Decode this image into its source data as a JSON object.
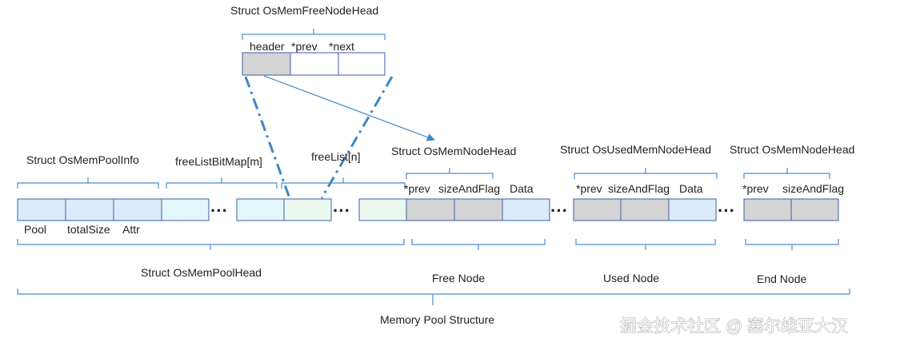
{
  "free_node_head": {
    "title": "Struct OsMemFreeNodeHead",
    "fields": [
      "header",
      "*prev",
      "*next"
    ]
  },
  "pool_info": {
    "title": "Struct OsMemPoolInfo",
    "fields": [
      "Pool",
      "totalSize",
      "Attr"
    ]
  },
  "free_list_bitmap": "freeListBitMap[m]",
  "free_list": "freeList[n]",
  "pool_head": "Struct OsMemPoolHead",
  "free_node": {
    "struct_title": "Struct OsMemNodeHead",
    "fields": [
      "*prev",
      "sizeAndFlag",
      "Data"
    ],
    "caption": "Free Node"
  },
  "used_node": {
    "struct_title": "Struct OsUsedMemNodeHead",
    "fields": [
      "*prev",
      "sizeAndFlag",
      "Data"
    ],
    "caption": "Used Node"
  },
  "end_node": {
    "struct_title": "Struct OsMemNodeHead",
    "fields": [
      "*prev",
      "sizeAndFlag"
    ],
    "caption": "End Node"
  },
  "ellipsis": "···",
  "memory_pool": "Memory Pool Structure",
  "watermark": "掘金技术社区 @ 塞尔维亚大汉",
  "colors": {
    "cell_light_blue": "#dcebfa",
    "cell_light_teal": "#e3f6f9",
    "cell_gray": "#d4d4d4",
    "cell_white": "#ffffff",
    "cell_border": "#3b5ea8",
    "brace": "#4a8fcf",
    "arrow": "#3d86c4"
  }
}
